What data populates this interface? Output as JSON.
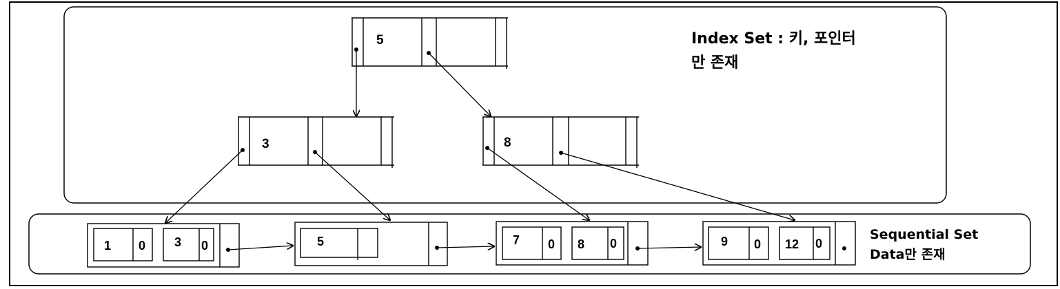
{
  "index_note": {
    "line1": "Index Set : 키, 포인터",
    "line2": "만 존재"
  },
  "sequential_note": {
    "line1": "Sequential Set",
    "line2": "Data만 존재"
  },
  "index_nodes": {
    "root": {
      "key": "5"
    },
    "left": {
      "key": "3"
    },
    "right": {
      "key": "8"
    }
  },
  "leaves": [
    {
      "cells": [
        {
          "key": "1",
          "flag": "0"
        },
        {
          "key": "3",
          "flag": "0"
        }
      ]
    },
    {
      "cells": [
        {
          "key": "5",
          "flag": ""
        }
      ]
    },
    {
      "cells": [
        {
          "key": "7",
          "flag": "0"
        },
        {
          "key": "8",
          "flag": "0"
        }
      ]
    },
    {
      "cells": [
        {
          "key": "9",
          "flag": "0"
        },
        {
          "key": "12",
          "flag": "0"
        }
      ]
    }
  ],
  "colors": {
    "line": "#000000",
    "background": "#ffffff"
  }
}
